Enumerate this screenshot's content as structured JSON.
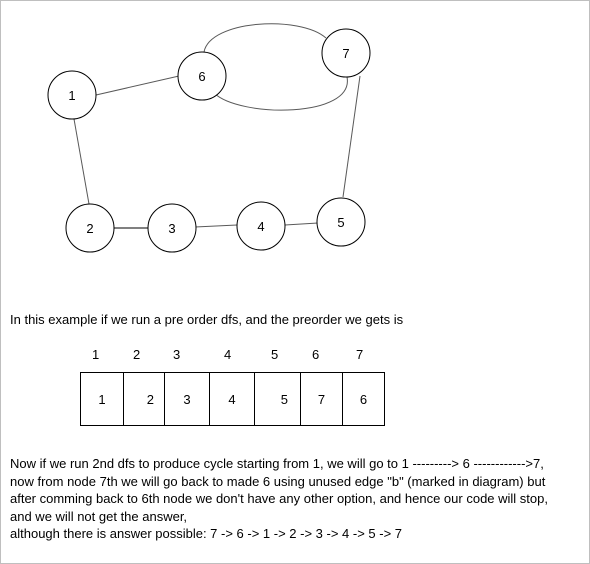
{
  "graph": {
    "nodes": [
      "1",
      "6",
      "7",
      "2",
      "3",
      "4",
      "5"
    ]
  },
  "intro_text": "In this example if we run a pre order dfs, and the preorder we gets is",
  "preorder": {
    "indices": [
      "1",
      "2",
      "3",
      "4",
      "5",
      "6",
      "7"
    ],
    "values": [
      "1",
      "2",
      "3",
      "4",
      "5",
      "7",
      "6"
    ]
  },
  "explanation": [
    "Now if we run 2nd dfs to produce cycle starting from 1, we will go to 1 ---------> 6 ------------>7,",
    "now from node 7th we will go back to made 6  using unused edge \"b\" (marked in diagram) but",
    "after comming back to 6th node we don't have any other option, and hence our code will stop,",
    "and we will not get the answer,",
    "although there is answer possible: 7 -> 6 -> 1 -> 2 -> 3 -> 4 -> 5 -> 7"
  ]
}
